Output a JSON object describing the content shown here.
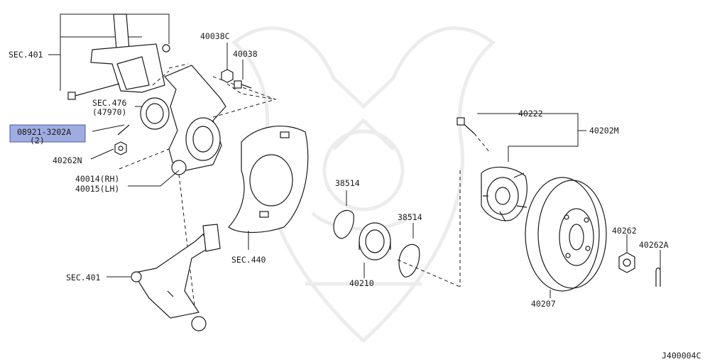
{
  "colors": {
    "ink": "#1a1a1a",
    "highlight": "#7f90d6",
    "watermark": "#ececec"
  },
  "labels": {
    "sec401_top": "SEC.401",
    "sec476": "SEC.476",
    "p47970": "(47970)",
    "p08921": "08921-3202A",
    "p08921_qty": "(2)",
    "p40262n": "40262N",
    "p40014": "40014(RH)",
    "p40015": "40015(LH)",
    "p40038c": "40038C",
    "p40038": "40038",
    "sec440": "SEC.440",
    "p38514a": "38514",
    "p38514b": "38514",
    "p40210": "40210",
    "p40222": "40222",
    "p40202m": "40202M",
    "p40262": "40262",
    "p40262a": "40262A",
    "p40207": "40207",
    "sec401_bottom": "SEC.401",
    "diagram_id": "J400004C"
  }
}
